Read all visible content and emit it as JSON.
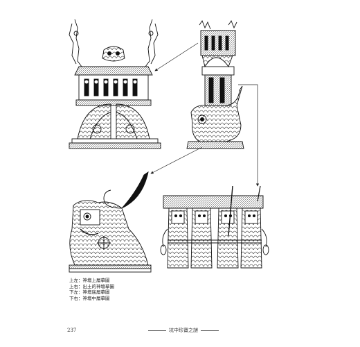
{
  "captions": [
    "上左：神壇上層摹圖",
    "上右：出土的神壇摹圖",
    "下左：神壇底層摹圖",
    "下右：神壇中層摹圖"
  ],
  "footer": {
    "page_number": "237",
    "running_title": "坑中珍寶之謎"
  }
}
